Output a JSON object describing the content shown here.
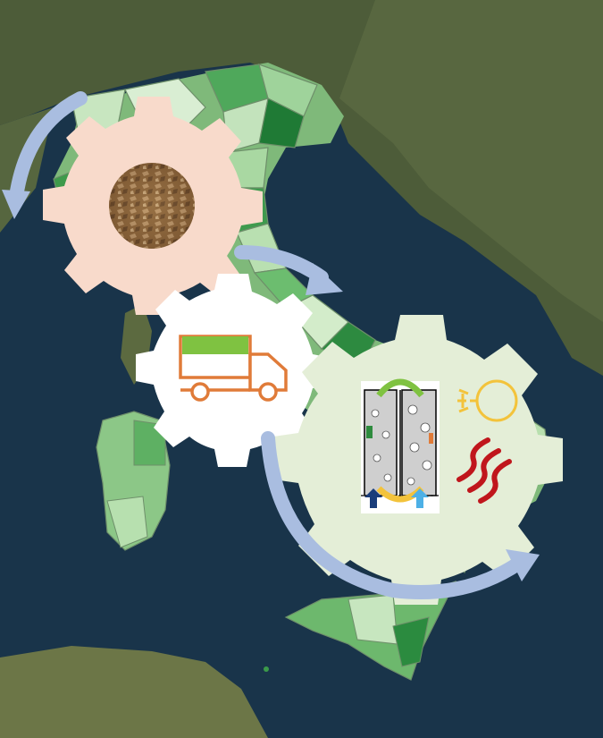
{
  "figure": {
    "steps": [
      {
        "id": "biomass-supply",
        "icon": "wood-chips-icon"
      },
      {
        "id": "transport",
        "icon": "truck-icon"
      },
      {
        "id": "conversion",
        "icon": "gasifier-reactor-icon",
        "outputs": [
          "light-bulb-icon",
          "heat-waves-icon"
        ]
      }
    ],
    "flow_arrows": [
      "cycle-arrow-left",
      "arrow-gear1-to-gear2",
      "arrow-gear3-curve"
    ]
  },
  "colors": {
    "sea": "#19344a",
    "land_dark": "#4a5a37",
    "land_light": "#7f8a5a",
    "region_light": "#c8e6c0",
    "region_mid": "#74c476",
    "region_dark": "#2e8b3e",
    "gear1_fill": "#f8dacb",
    "gear2_fill": "#ffffff",
    "gear3_fill": "#e4eed7",
    "arrow": "#a9bde0",
    "truck_orange": "#e07b39",
    "truck_green": "#7fc241",
    "bulb_yellow": "#f3c33b",
    "heat_red": "#c0161c"
  }
}
